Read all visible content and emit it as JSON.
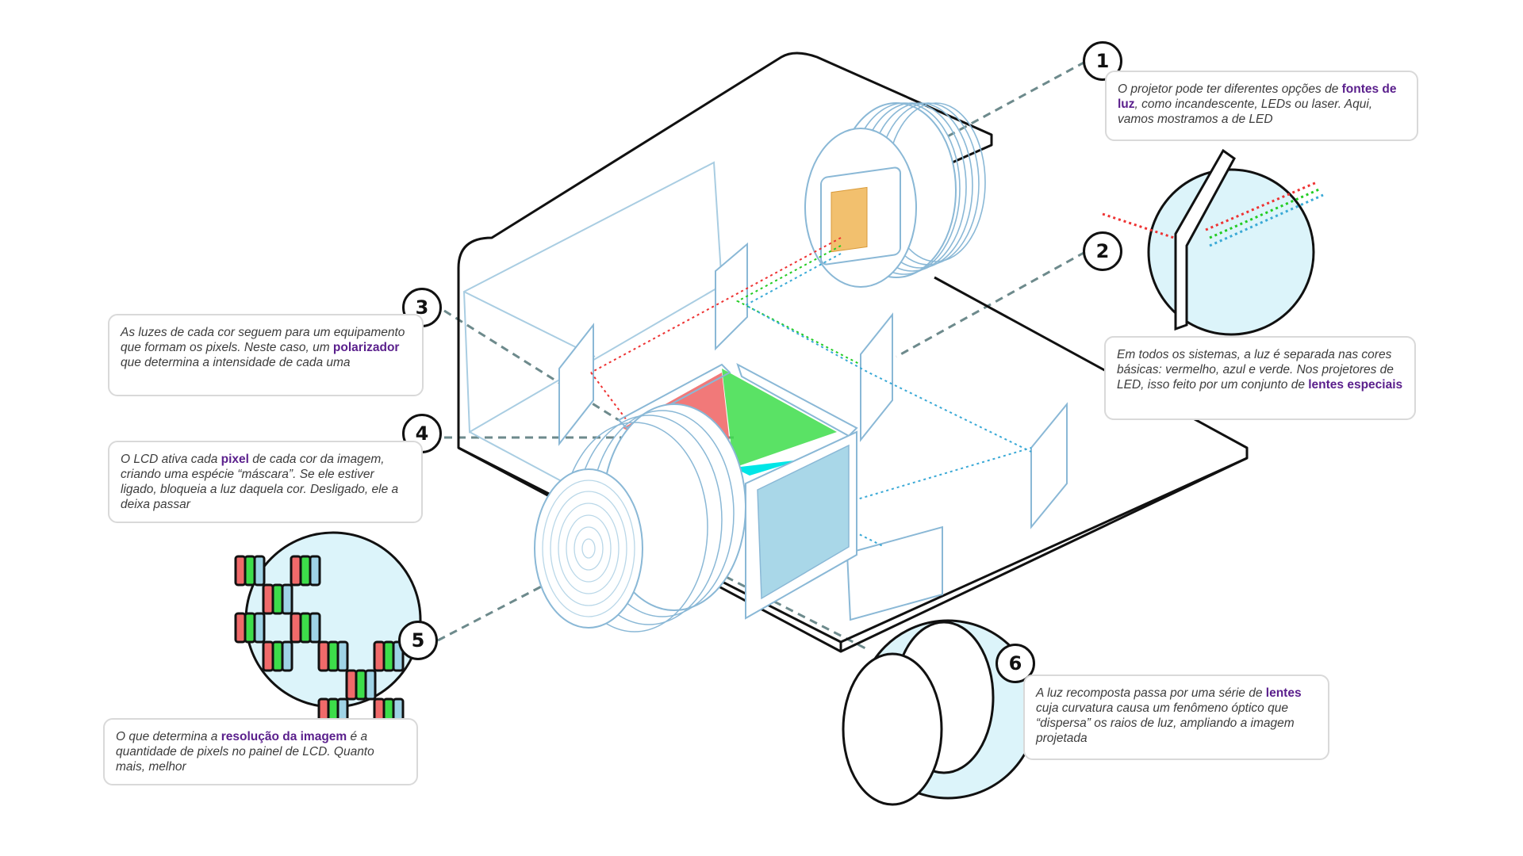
{
  "colors": {
    "highlight": "#5a1f8c",
    "outline": "#111111",
    "optics": "#7fb8d8",
    "leader": "#6d8a8c",
    "bubble": "#dcf4fa",
    "red": "#f06a6a",
    "green": "#3ddd4a",
    "blue": "#9fd3e6",
    "led": "#f2c06e"
  },
  "icons": [
    "projector-illustration",
    "led-light-source",
    "dichroic-mirror",
    "lcd-panel",
    "prism-cube",
    "projection-lens",
    "pixel-grid"
  ],
  "callouts": [
    {
      "number": "1",
      "p1": "O projetor pode ter diferentes opções de ",
      "b1": "fontes de luz",
      "p2": ", como incandescente, LEDs ou laser. Aqui, vamos mostramos a de LED"
    },
    {
      "number": "2",
      "p1": "Em todos os sistemas, a luz é separada nas cores básicas: vermelho, azul e verde. Nos projetores de LED, isso feito por um conjunto de ",
      "b1": "lentes especiais",
      "p2": ""
    },
    {
      "number": "3",
      "p1": "As luzes de cada cor seguem para um equipamento que formam os pixels. Neste caso, um ",
      "b1": "polarizador",
      "p2": " que determina a intensidade de cada uma"
    },
    {
      "number": "4",
      "p1": "O LCD ativa cada ",
      "b1": "pixel",
      "p2": " de cada cor da imagem, criando uma espécie “máscara”. Se ele estiver ligado, bloqueia a luz daquela cor. Desligado, ele a deixa passar"
    },
    {
      "number": "5",
      "p1": "O que determina a ",
      "b1": "resolução da imagem",
      "p2": " é a quantidade de pixels no painel de LCD. Quanto mais, melhor"
    },
    {
      "number": "6",
      "p1": "A luz recomposta passa por uma série de ",
      "b1": "lentes",
      "p2": " cuja curvatura causa um fenômeno óptico que “dispersa” os raios de luz, ampliando a imagem projetada"
    }
  ]
}
